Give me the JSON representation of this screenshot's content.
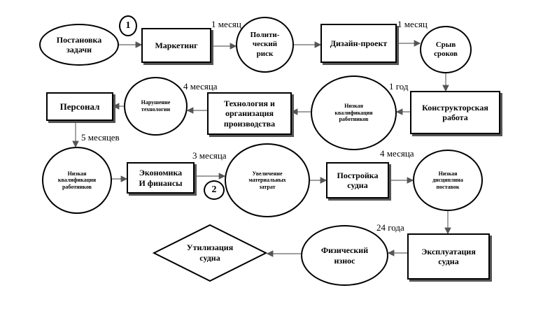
{
  "nodes": {
    "postanovka": "Постановка\nзадачи",
    "marketing": "Маркетинг",
    "politich_risk": "Полити-\nческий\nриск",
    "dizain": "Дизайн-проект",
    "sryv": "Срыв\nсроков",
    "konstruktor": "Конструкторская\nработа",
    "nizk_kval_1": "Низкая\nквалификация\nработников",
    "tekhnologiya": "Технология и\nорганизация\nпроизводства",
    "narushenie": "Нарушение\nтехнологии",
    "personal": "Персонал",
    "nizk_kval_2": "Низкая\nквалификация\nработников",
    "ekonomika": "Экономика\nИ финансы",
    "uvelichenie": "Увеличение\nматериальных\nзатрат",
    "postroika": "Постройка\nсудна",
    "nizk_disc": "Низкая\nдисциплина\nпоставок",
    "ekspluatatsiya": "Эксплуатация\nсудна",
    "fiz_iznos": "Физический\nизнос",
    "utilizatsiya": "Утилизация\nсудна"
  },
  "badges": {
    "one": "1",
    "two": "2"
  },
  "durations": {
    "d1": "1 месяц",
    "d2": "1 месяц",
    "d3": "1 год",
    "d4": "4 месяца",
    "d5": "5 месяцев",
    "d6": "3 месяца",
    "d7": "4 месяца",
    "d8": "24 года"
  }
}
